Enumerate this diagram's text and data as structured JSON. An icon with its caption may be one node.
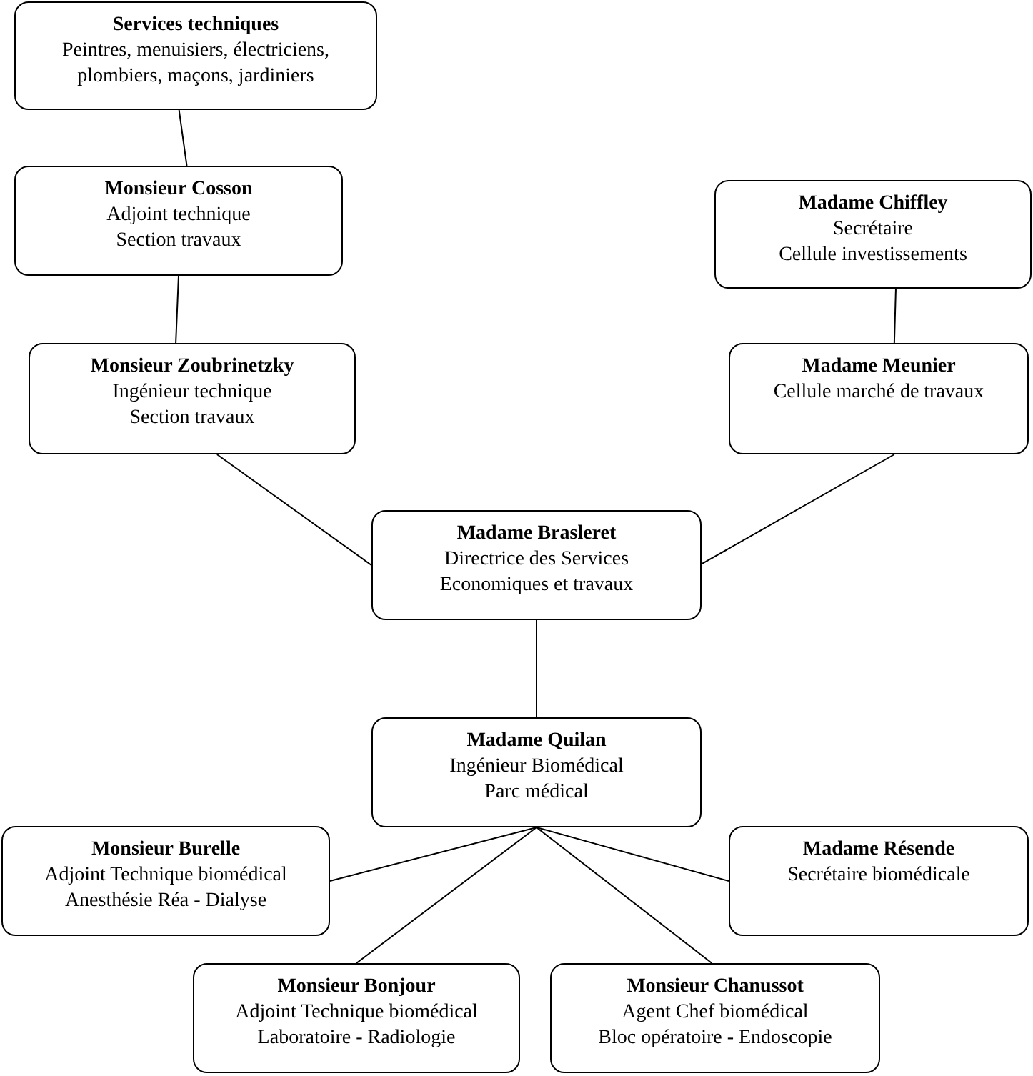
{
  "diagram": {
    "nodes": [
      {
        "text": [
          "Services techniques",
          "Peintres, menuisiers, électriciens, plombiers, maçons, jardiniers"
        ]
      },
      {
        "text": [
          "Monsieur Cosson",
          "Adjoint technique",
          "Section travaux"
        ]
      },
      {
        "text": [
          "Madame Chiffley",
          "Secrétaire",
          "Cellule investissements"
        ]
      },
      {
        "text": [
          "Monsieur Zoubrinetzky",
          "Ingénieur technique",
          "Section travaux"
        ]
      },
      {
        "text": [
          "Madame Meunier",
          "Cellule marché de travaux"
        ]
      },
      {
        "text": [
          "Madame Brasleret",
          "Directrice des Services",
          "Economiques et travaux"
        ]
      },
      {
        "text": [
          "Madame Quilan",
          "Ingénieur Biomédical",
          "Parc médical"
        ]
      },
      {
        "text": [
          "Monsieur Burelle",
          "Adjoint Technique biomédical",
          "Anesthésie Réa - Dialyse"
        ]
      },
      {
        "text": [
          "Madame Résende",
          "Secrétaire biomédicale"
        ]
      },
      {
        "text": [
          "Monsieur Bonjour",
          "Adjoint Technique biomédical",
          "Laboratoire - Radiologie"
        ]
      },
      {
        "text": [
          "Monsieur Chanussot",
          "Agent Chef biomédical",
          "Bloc opératoire - Endoscopie"
        ]
      }
    ],
    "edges": [
      {
        "from": 0,
        "to": 1,
        "arrow": "none"
      },
      {
        "from": 1,
        "to": 3,
        "arrow": "none"
      },
      {
        "from": 2,
        "to": 4,
        "arrow": "none"
      },
      {
        "from": 3,
        "to": 5,
        "arrow": "none"
      },
      {
        "from": 4,
        "to": 5,
        "arrow": "none"
      },
      {
        "from": 5,
        "to": 6,
        "arrow": "none"
      },
      {
        "from": 6,
        "to": 7,
        "arrow": "none"
      },
      {
        "from": 6,
        "to": 8,
        "arrow": "none"
      },
      {
        "from": 6,
        "to": 9,
        "arrow": "none"
      },
      {
        "from": 6,
        "to": 10,
        "arrow": "none"
      }
    ]
  }
}
